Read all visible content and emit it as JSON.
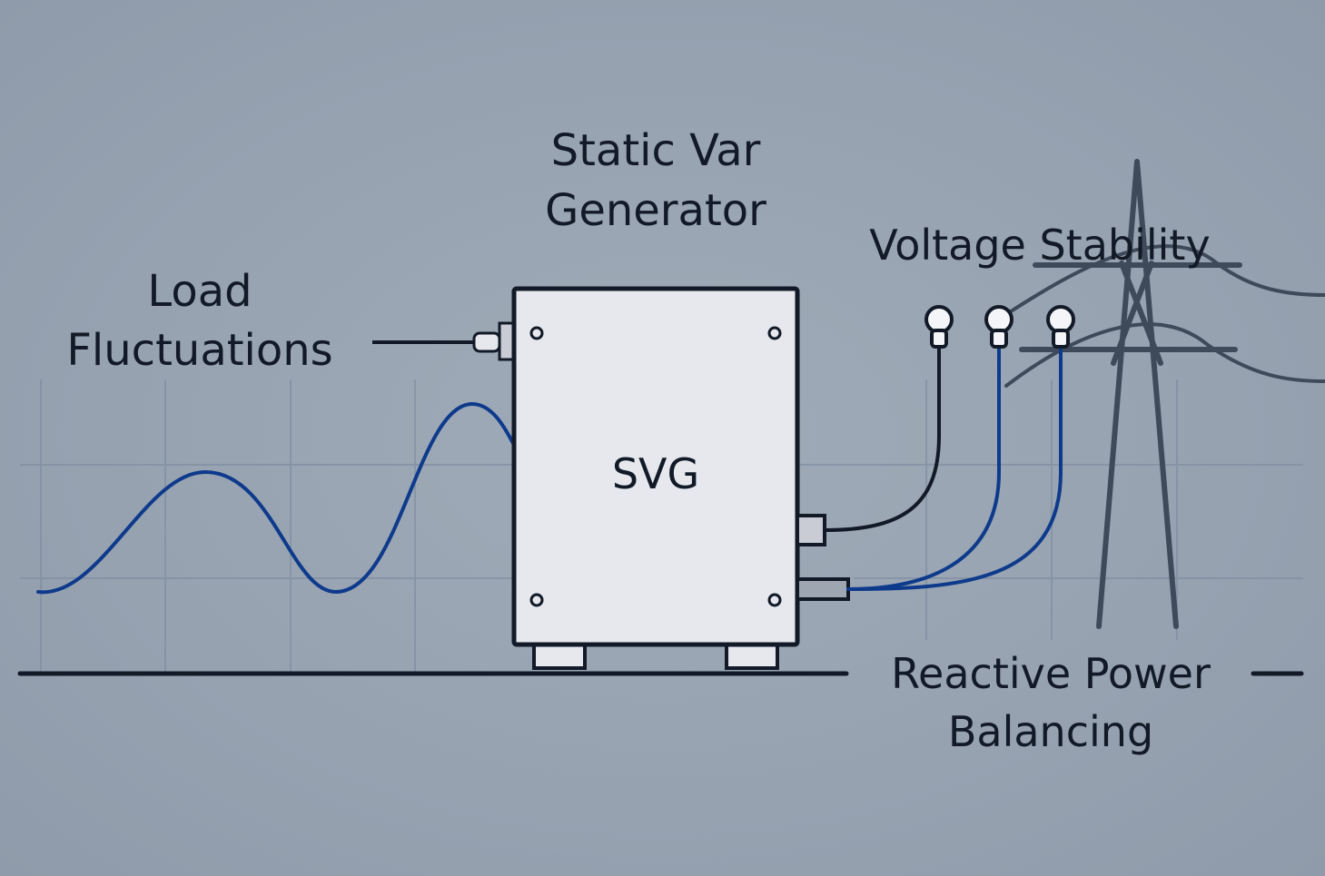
{
  "diagram": {
    "title_line1": "Static Var",
    "title_line2": "Generator",
    "device_label": "SVG",
    "left_label_line1": "Load",
    "left_label_line2": "Fluctuations",
    "top_right_label": "Voltage Stability",
    "bottom_right_label_line1": "Reactive Power",
    "bottom_right_label_line2": "Balancing"
  },
  "colors": {
    "background": "#98a4b2",
    "wave_blue": "#0e3a8c",
    "ink": "#111a26",
    "device_face": "#e6e8ee",
    "grid": "#7f8ea1"
  }
}
